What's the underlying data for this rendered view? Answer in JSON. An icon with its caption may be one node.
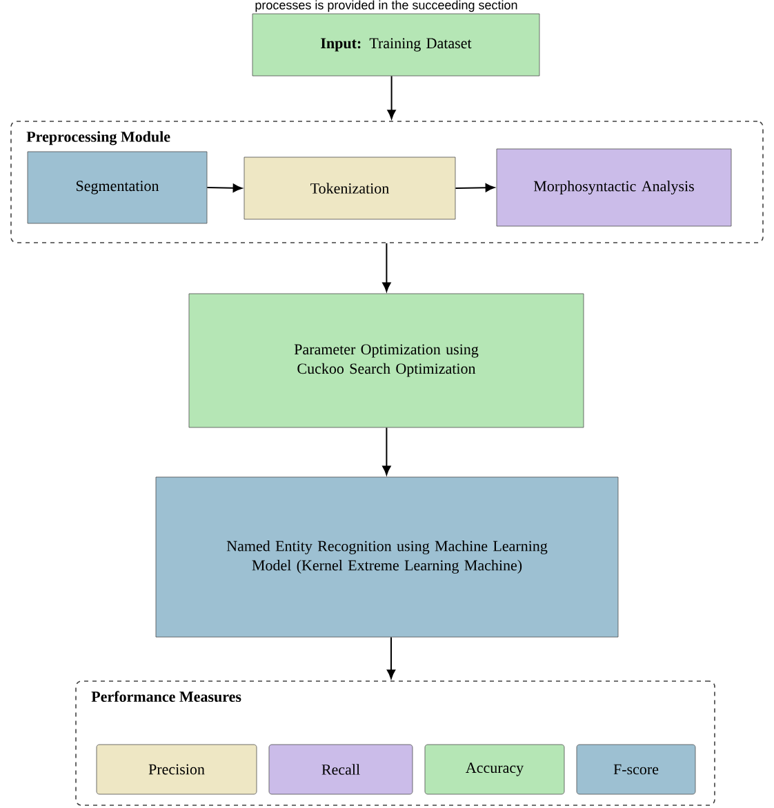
{
  "diagram": {
    "nodes": [
      {
        "text": [
          "**Input:** Training Dataset"
        ]
      },
      {
        "text": [
          "Preprocessing Module"
        ]
      },
      {
        "text": [
          "Segmentation"
        ],
        "in": 1
      },
      {
        "text": [
          "Tokenization"
        ],
        "in": 1
      },
      {
        "text": [
          "Morphosyntactic Analysis"
        ],
        "in": 1
      },
      {
        "text": [
          "Parameter Optimization using Cuckoo Search Optimization"
        ]
      },
      {
        "text": [
          "Named Entity Recognition using Machine Learning Model (Kernel Extreme Learning Machine)"
        ]
      },
      {
        "text": [
          "Performance Measures"
        ]
      },
      {
        "text": [
          "Precision"
        ],
        "in": 7
      },
      {
        "text": [
          "Recall"
        ],
        "in": 7
      },
      {
        "text": [
          "Accuracy"
        ],
        "in": 7
      },
      {
        "text": [
          "F-score"
        ],
        "in": 7
      }
    ],
    "edges": [
      {
        "from": 0,
        "to": 1,
        "arrow": "to"
      },
      {
        "from": 2,
        "to": 3,
        "arrow": "to"
      },
      {
        "from": 3,
        "to": 4,
        "arrow": "to"
      },
      {
        "from": 1,
        "to": 5,
        "arrow": "to"
      },
      {
        "from": 5,
        "to": 6,
        "arrow": "to"
      },
      {
        "from": 6,
        "to": 7,
        "arrow": "to"
      }
    ],
    "labels": [
      "processes is provided in the succeeding section"
    ]
  }
}
